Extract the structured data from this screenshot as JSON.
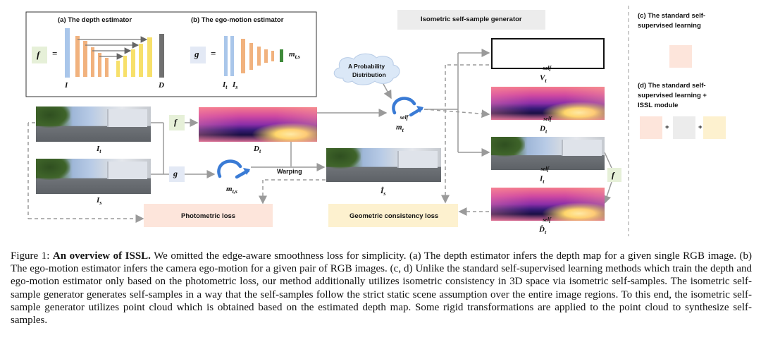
{
  "panel_a_title": "(a) The depth estimator",
  "panel_b_title": "(b) The ego-motion estimator",
  "generator_title": "Isometric self-sample generator",
  "legend_c": [
    "(c) The standard self-",
    "supervised learning"
  ],
  "legend_d": [
    "(d) The standard self-",
    "supervised learning +",
    "ISSL module"
  ],
  "legend_plus": "+",
  "symbols": {
    "f": "f",
    "g": "g",
    "equals": "=",
    "I": "I",
    "D": "D",
    "m": "m",
    "m_sub": "t,s",
    "I_t": "I",
    "t_sub": "t",
    "I_s": "I",
    "s_sub": "s",
    "D_t": "D",
    "self_sup": "self",
    "V": "V",
    "D_hat": "D̂",
    "I_hat": "Î"
  },
  "cloud_text": [
    "A Probability",
    "Distribution"
  ],
  "warping_label": "Warping",
  "photometric_loss": "Photometric loss",
  "geometric_loss": "Geometric consistency loss",
  "colors": {
    "photometric": "#fde5db",
    "geometric": "#fdf1cf",
    "gray": "#ececec",
    "arrow_blue": "#3a7bd5",
    "f_bg": "#e6f0d8",
    "g_bg": "#e3e9f5",
    "cloud": "#dbe8f7"
  },
  "caption": {
    "prefix": "Figure 1: ",
    "title": "An overview of ISSL.",
    "body": " We omitted the edge-aware smoothness loss for simplicity. (a) The depth estimator infers the depth map for a given single RGB image. (b) The ego-motion estimator infers the camera ego-motion for a given pair of RGB images. (c, d) Unlike the standard self-supervised learning methods which train the depth and ego-motion estimator only based on the photometric loss, our method additionally utilizes isometric consistency in 3D space via isometric self-samples. The isometric self-sample generator generates self-samples in a way that the self-samples follow the strict static scene assumption over the entire image regions. To this end, the isometric self-sample generator utilizes point cloud which is obtained based on the estimated depth map. Some rigid transformations are applied to the point cloud to synthesize self-samples."
  }
}
